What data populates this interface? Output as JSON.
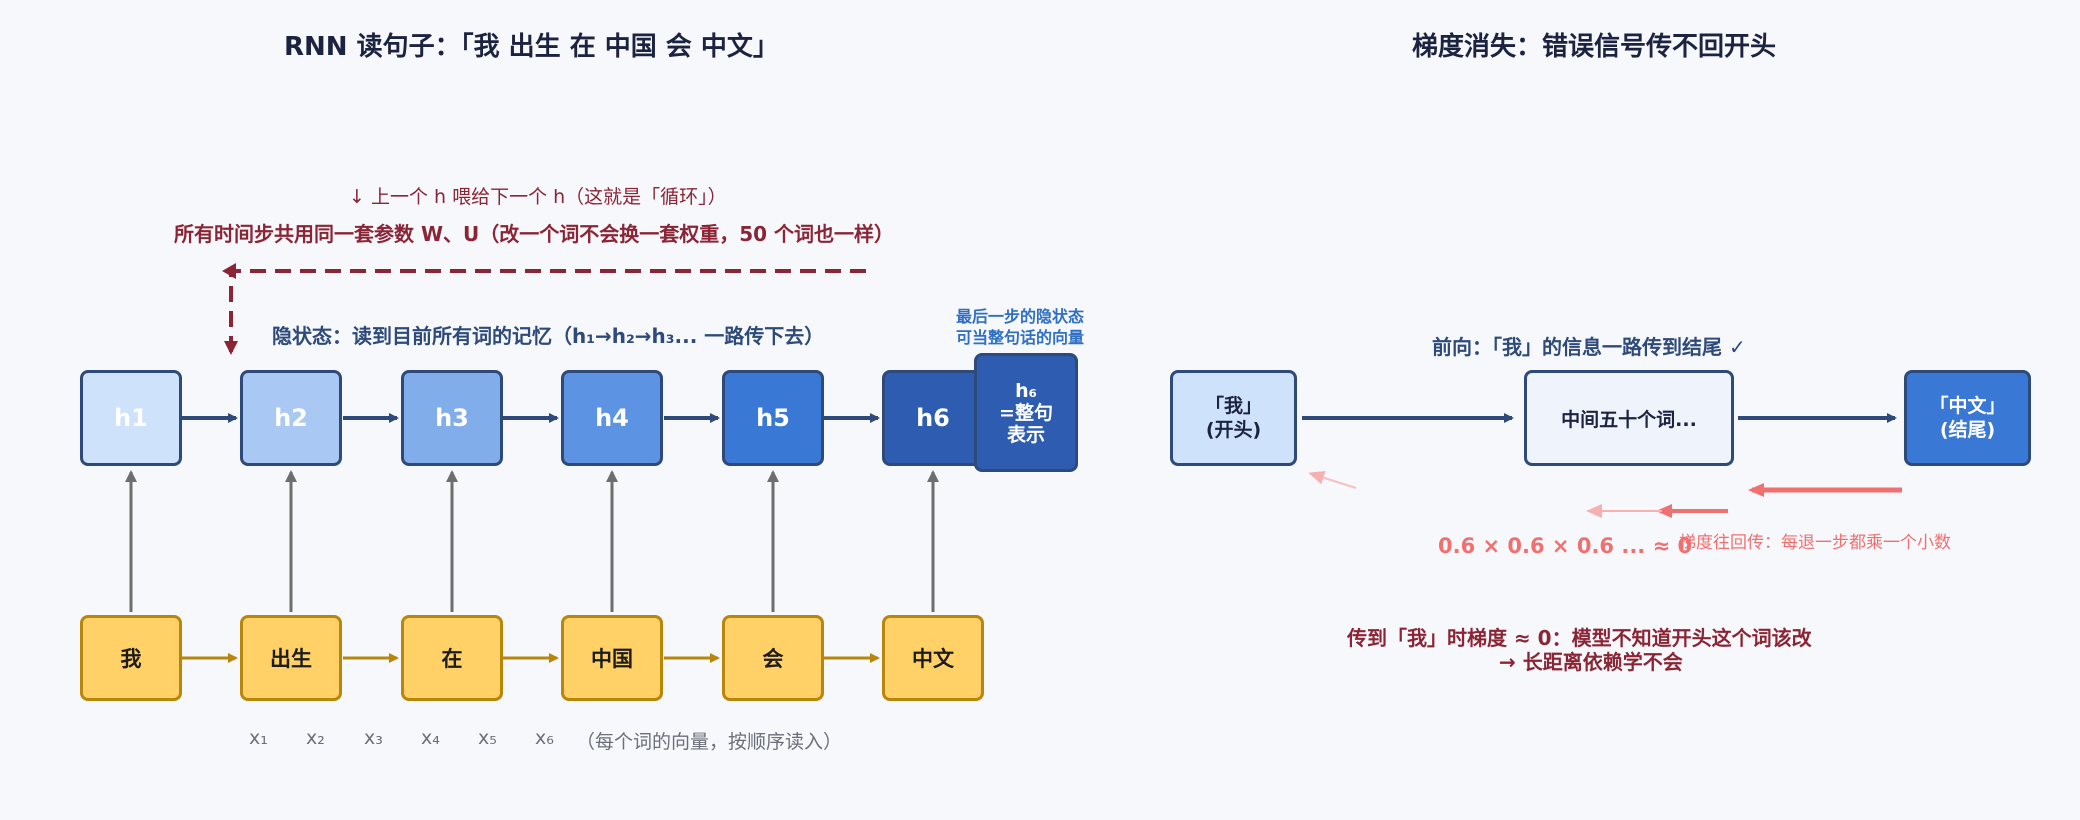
{
  "left": {
    "title": "RNN 读句子：「我 出生 在 中国 会 中文」",
    "loop_note": "↓ 上一个 h 喂给下一个 h（这就是「循环」）",
    "shared_params": "所有时间步共用同一套参数 W、U（改一个词不会换一套权重，50 个词也一样）",
    "hidden_state_note": "隐状态：读到目前所有词的记忆（h₁→h₂→h₃... 一路传下去）",
    "final_note_line1": "最后一步的隐状态",
    "final_note_line2": "可当整句话的向量",
    "hidden_states": [
      "h1",
      "h2",
      "h3",
      "h4",
      "h5",
      "h6"
    ],
    "sentence_vec_line1": "h₆",
    "sentence_vec_line2": "=整句",
    "sentence_vec_line3": "表示",
    "words": [
      "我",
      "出生",
      "在",
      "中国",
      "会",
      "中文"
    ],
    "input_labels": [
      "x₁",
      "x₂",
      "x₃",
      "x₄",
      "x₅",
      "x₆"
    ],
    "input_note": "（每个词的向量，按顺序读入）"
  },
  "right": {
    "title": "梯度消失：错误信号传不回开头",
    "forward_note": "前向：「我」的信息一路传到结尾 ✓",
    "start_box_line1": "「我」",
    "start_box_line2": "(开头)",
    "middle_box": "中间五十个词...",
    "end_box_line1": "「中文」",
    "end_box_line2": "(结尾)",
    "backprop_note": "梯度往回传：每退一步都乘一个小数",
    "product_formula": "0.6 × 0.6 × 0.6 ... ≈ 0",
    "conclusion_line1": "传到「我」时梯度 ≈ 0：模型不知道开头这个词该改",
    "conclusion_line2": "→ 长距离依赖学不会"
  },
  "colors": {
    "h_fills": [
      "#cfe2fc",
      "#a9c8f4",
      "#82adeb",
      "#5c93e2",
      "#3a78d6",
      "#2d5cb0"
    ],
    "sentence_vec_fill": "#2d5cb0",
    "word_fill": "#ffd166",
    "arrow_blue": "#2e4a7a",
    "arrow_gold": "#b8860b",
    "loop_red": "#8b2535",
    "gradient_red": "#f07070"
  }
}
